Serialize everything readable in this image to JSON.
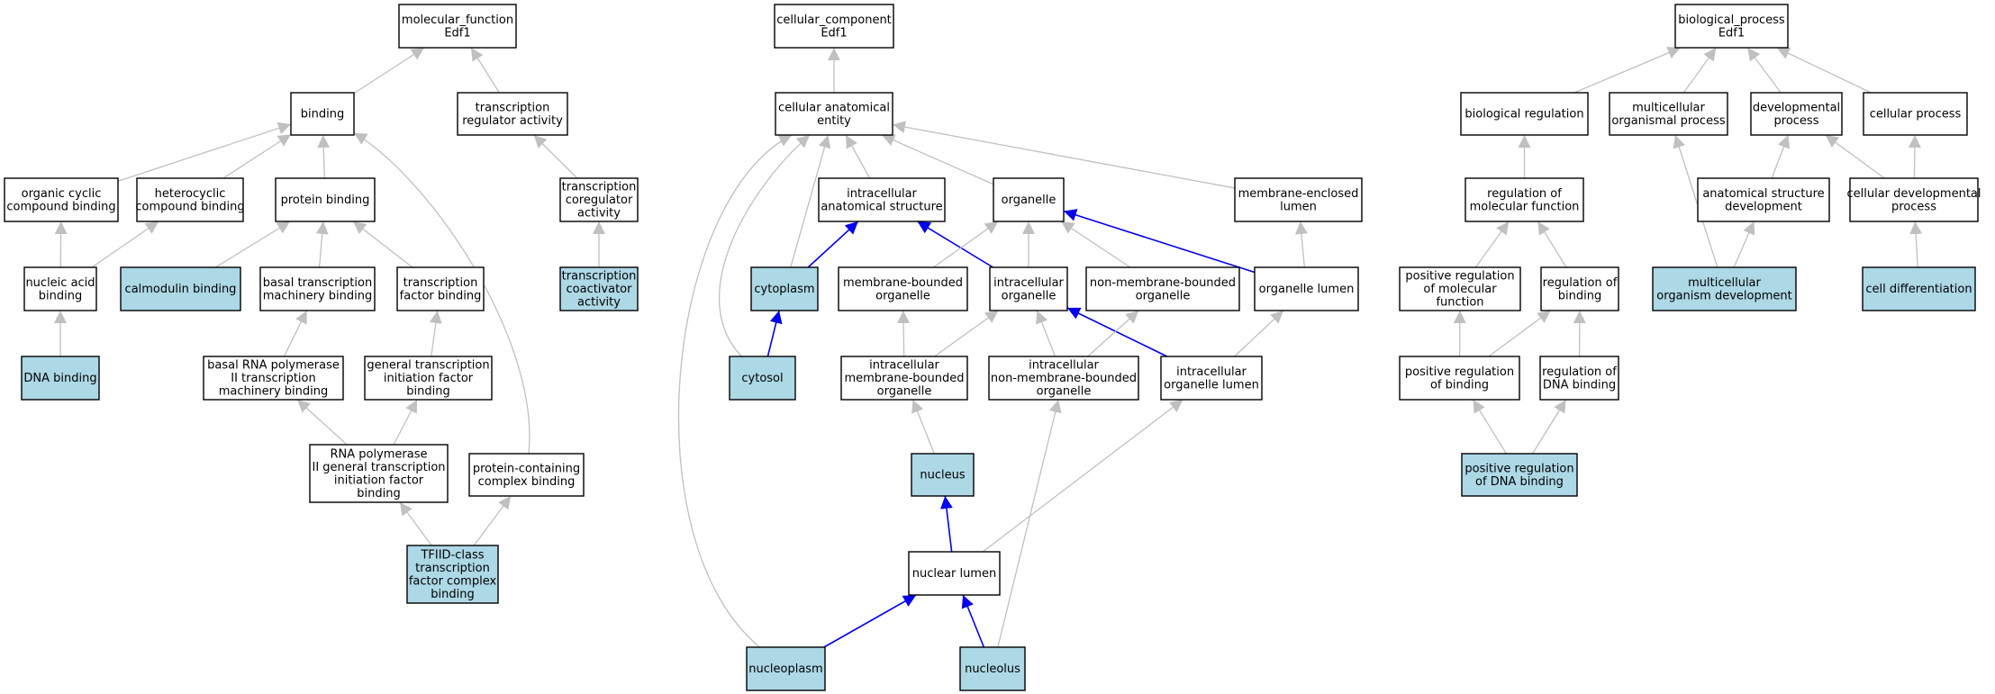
{
  "colors": {
    "highlight_fill": "#add8e6",
    "plain_fill": "#ffffff",
    "edge_gray": "#c0c0c0",
    "edge_blue": "#0000ee",
    "border": "#000000"
  },
  "nodes": {
    "mf_root": {
      "lines": [
        "molecular_function",
        "Edf1"
      ],
      "hl": false
    },
    "binding": {
      "lines": [
        "binding"
      ],
      "hl": false
    },
    "trans_reg_act": {
      "lines": [
        "transcription",
        "regulator activity"
      ],
      "hl": false
    },
    "organic_cyclic": {
      "lines": [
        "organic cyclic",
        "compound binding"
      ],
      "hl": false
    },
    "heterocyclic": {
      "lines": [
        "heterocyclic",
        "compound binding"
      ],
      "hl": false
    },
    "protein_binding": {
      "lines": [
        "protein binding"
      ],
      "hl": false
    },
    "trans_coreg": {
      "lines": [
        "transcription",
        "coregulator",
        "activity"
      ],
      "hl": false
    },
    "nucleic_acid": {
      "lines": [
        "nucleic acid",
        "binding"
      ],
      "hl": false
    },
    "calmodulin": {
      "lines": [
        "calmodulin binding"
      ],
      "hl": true
    },
    "basal_mach": {
      "lines": [
        "basal transcription",
        "machinery binding"
      ],
      "hl": false
    },
    "tf_binding": {
      "lines": [
        "transcription",
        "factor binding"
      ],
      "hl": false
    },
    "trans_coact": {
      "lines": [
        "transcription",
        "coactivator",
        "activity"
      ],
      "hl": true
    },
    "dna_binding": {
      "lines": [
        "DNA binding"
      ],
      "hl": true
    },
    "basal_rna": {
      "lines": [
        "basal RNA polymerase",
        "II transcription",
        "machinery binding"
      ],
      "hl": false
    },
    "gtif": {
      "lines": [
        "general transcription",
        "initiation factor",
        "binding"
      ],
      "hl": false
    },
    "rnap2": {
      "lines": [
        "RNA polymerase",
        "II general transcription",
        "initiation factor",
        "binding"
      ],
      "hl": false
    },
    "pcc_binding": {
      "lines": [
        "protein-containing",
        "complex binding"
      ],
      "hl": false
    },
    "tfiid": {
      "lines": [
        "TFIID-class",
        "transcription",
        "factor complex",
        "binding"
      ],
      "hl": true
    },
    "cc_root": {
      "lines": [
        "cellular_component",
        "Edf1"
      ],
      "hl": false
    },
    "cae": {
      "lines": [
        "cellular anatomical",
        "entity"
      ],
      "hl": false
    },
    "ias": {
      "lines": [
        "intracellular",
        "anatomical structure"
      ],
      "hl": false
    },
    "organelle": {
      "lines": [
        "organelle"
      ],
      "hl": false
    },
    "mel": {
      "lines": [
        "membrane-enclosed",
        "lumen"
      ],
      "hl": false
    },
    "cytoplasm": {
      "lines": [
        "cytoplasm"
      ],
      "hl": true
    },
    "mbo": {
      "lines": [
        "membrane-bounded",
        "organelle"
      ],
      "hl": false
    },
    "io": {
      "lines": [
        "intracellular",
        "organelle"
      ],
      "hl": false
    },
    "nmbo": {
      "lines": [
        "non-membrane-bounded",
        "organelle"
      ],
      "hl": false
    },
    "olumen": {
      "lines": [
        "organelle lumen"
      ],
      "hl": false
    },
    "cytosol": {
      "lines": [
        "cytosol"
      ],
      "hl": true
    },
    "imbo": {
      "lines": [
        "intracellular",
        "membrane-bounded",
        "organelle"
      ],
      "hl": false
    },
    "inmbo": {
      "lines": [
        "intracellular",
        "non-membrane-bounded",
        "organelle"
      ],
      "hl": false
    },
    "iol": {
      "lines": [
        "intracellular",
        "organelle lumen"
      ],
      "hl": false
    },
    "nucleus": {
      "lines": [
        "nucleus"
      ],
      "hl": true
    },
    "nlumen": {
      "lines": [
        "nuclear lumen"
      ],
      "hl": false
    },
    "nucleoplasm": {
      "lines": [
        "nucleoplasm"
      ],
      "hl": true
    },
    "nucleolus": {
      "lines": [
        "nucleolus"
      ],
      "hl": true
    },
    "bp_root": {
      "lines": [
        "biological_process",
        "Edf1"
      ],
      "hl": false
    },
    "bioreg": {
      "lines": [
        "biological regulation"
      ],
      "hl": false
    },
    "mop": {
      "lines": [
        "multicellular",
        "organismal process"
      ],
      "hl": false
    },
    "devproc": {
      "lines": [
        "developmental",
        "process"
      ],
      "hl": false
    },
    "cellproc": {
      "lines": [
        "cellular process"
      ],
      "hl": false
    },
    "rmf": {
      "lines": [
        "regulation of",
        "molecular function"
      ],
      "hl": false
    },
    "asd": {
      "lines": [
        "anatomical structure",
        "development"
      ],
      "hl": false
    },
    "cdp": {
      "lines": [
        "cellular developmental",
        "process"
      ],
      "hl": false
    },
    "prmf": {
      "lines": [
        "positive regulation",
        "of molecular",
        "function"
      ],
      "hl": false
    },
    "rob": {
      "lines": [
        "regulation of",
        "binding"
      ],
      "hl": false
    },
    "mod": {
      "lines": [
        "multicellular",
        "organism development"
      ],
      "hl": true
    },
    "celldiff": {
      "lines": [
        "cell differentiation"
      ],
      "hl": true
    },
    "prob": {
      "lines": [
        "positive regulation",
        "of binding"
      ],
      "hl": false
    },
    "rodb": {
      "lines": [
        "regulation of",
        "DNA binding"
      ],
      "hl": false
    },
    "prdb": {
      "lines": [
        "positive regulation",
        "of DNA binding"
      ],
      "hl": true
    }
  },
  "edges": [
    {
      "from": "binding",
      "to": "mf_root",
      "color": "gray"
    },
    {
      "from": "trans_reg_act",
      "to": "mf_root",
      "color": "gray"
    },
    {
      "from": "organic_cyclic",
      "to": "binding",
      "color": "gray"
    },
    {
      "from": "heterocyclic",
      "to": "binding",
      "color": "gray"
    },
    {
      "from": "protein_binding",
      "to": "binding",
      "color": "gray"
    },
    {
      "from": "pcc_binding",
      "to": "binding",
      "color": "gray"
    },
    {
      "from": "trans_coreg",
      "to": "trans_reg_act",
      "color": "gray"
    },
    {
      "from": "nucleic_acid",
      "to": "organic_cyclic",
      "color": "gray"
    },
    {
      "from": "nucleic_acid",
      "to": "heterocyclic",
      "color": "gray"
    },
    {
      "from": "calmodulin",
      "to": "protein_binding",
      "color": "gray"
    },
    {
      "from": "basal_mach",
      "to": "protein_binding",
      "color": "gray"
    },
    {
      "from": "tf_binding",
      "to": "protein_binding",
      "color": "gray"
    },
    {
      "from": "trans_coact",
      "to": "trans_coreg",
      "color": "gray"
    },
    {
      "from": "dna_binding",
      "to": "nucleic_acid",
      "color": "gray"
    },
    {
      "from": "basal_rna",
      "to": "basal_mach",
      "color": "gray"
    },
    {
      "from": "gtif",
      "to": "tf_binding",
      "color": "gray"
    },
    {
      "from": "rnap2",
      "to": "basal_rna",
      "color": "gray"
    },
    {
      "from": "rnap2",
      "to": "gtif",
      "color": "gray"
    },
    {
      "from": "tfiid",
      "to": "rnap2",
      "color": "gray"
    },
    {
      "from": "tfiid",
      "to": "pcc_binding",
      "color": "gray"
    },
    {
      "from": "cae",
      "to": "cc_root",
      "color": "gray"
    },
    {
      "from": "ias",
      "to": "cae",
      "color": "gray"
    },
    {
      "from": "organelle",
      "to": "cae",
      "color": "gray"
    },
    {
      "from": "mel",
      "to": "cae",
      "color": "gray"
    },
    {
      "from": "cytoplasm",
      "to": "cae",
      "color": "gray"
    },
    {
      "from": "cytosol",
      "to": "cae",
      "color": "gray"
    },
    {
      "from": "nucleoplasm",
      "to": "cae",
      "color": "gray"
    },
    {
      "from": "cytoplasm",
      "to": "ias",
      "color": "blue"
    },
    {
      "from": "io",
      "to": "ias",
      "color": "blue"
    },
    {
      "from": "mbo",
      "to": "organelle",
      "color": "gray"
    },
    {
      "from": "io",
      "to": "organelle",
      "color": "gray"
    },
    {
      "from": "nmbo",
      "to": "organelle",
      "color": "gray"
    },
    {
      "from": "olumen",
      "to": "organelle",
      "color": "blue"
    },
    {
      "from": "olumen",
      "to": "mel",
      "color": "gray"
    },
    {
      "from": "cytosol",
      "to": "cytoplasm",
      "color": "blue"
    },
    {
      "from": "imbo",
      "to": "mbo",
      "color": "gray"
    },
    {
      "from": "imbo",
      "to": "io",
      "color": "gray"
    },
    {
      "from": "inmbo",
      "to": "io",
      "color": "gray"
    },
    {
      "from": "iol",
      "to": "io",
      "color": "blue"
    },
    {
      "from": "inmbo",
      "to": "nmbo",
      "color": "gray"
    },
    {
      "from": "iol",
      "to": "olumen",
      "color": "gray"
    },
    {
      "from": "nucleus",
      "to": "imbo",
      "color": "gray"
    },
    {
      "from": "nlumen",
      "to": "nucleus",
      "color": "blue"
    },
    {
      "from": "nlumen",
      "to": "iol",
      "color": "gray"
    },
    {
      "from": "nucleoplasm",
      "to": "nlumen",
      "color": "blue"
    },
    {
      "from": "nucleolus",
      "to": "nlumen",
      "color": "blue"
    },
    {
      "from": "nucleolus",
      "to": "inmbo",
      "color": "gray"
    },
    {
      "from": "bioreg",
      "to": "bp_root",
      "color": "gray"
    },
    {
      "from": "mop",
      "to": "bp_root",
      "color": "gray"
    },
    {
      "from": "devproc",
      "to": "bp_root",
      "color": "gray"
    },
    {
      "from": "cellproc",
      "to": "bp_root",
      "color": "gray"
    },
    {
      "from": "rmf",
      "to": "bioreg",
      "color": "gray"
    },
    {
      "from": "asd",
      "to": "devproc",
      "color": "gray"
    },
    {
      "from": "cdp",
      "to": "devproc",
      "color": "gray"
    },
    {
      "from": "cdp",
      "to": "cellproc",
      "color": "gray"
    },
    {
      "from": "prmf",
      "to": "rmf",
      "color": "gray"
    },
    {
      "from": "rob",
      "to": "rmf",
      "color": "gray"
    },
    {
      "from": "mod",
      "to": "mop",
      "color": "gray"
    },
    {
      "from": "mod",
      "to": "asd",
      "color": "gray"
    },
    {
      "from": "celldiff",
      "to": "cdp",
      "color": "gray"
    },
    {
      "from": "prob",
      "to": "prmf",
      "color": "gray"
    },
    {
      "from": "prob",
      "to": "rob",
      "color": "gray"
    },
    {
      "from": "rodb",
      "to": "rob",
      "color": "gray"
    },
    {
      "from": "prdb",
      "to": "prob",
      "color": "gray"
    },
    {
      "from": "prdb",
      "to": "rodb",
      "color": "gray"
    }
  ]
}
